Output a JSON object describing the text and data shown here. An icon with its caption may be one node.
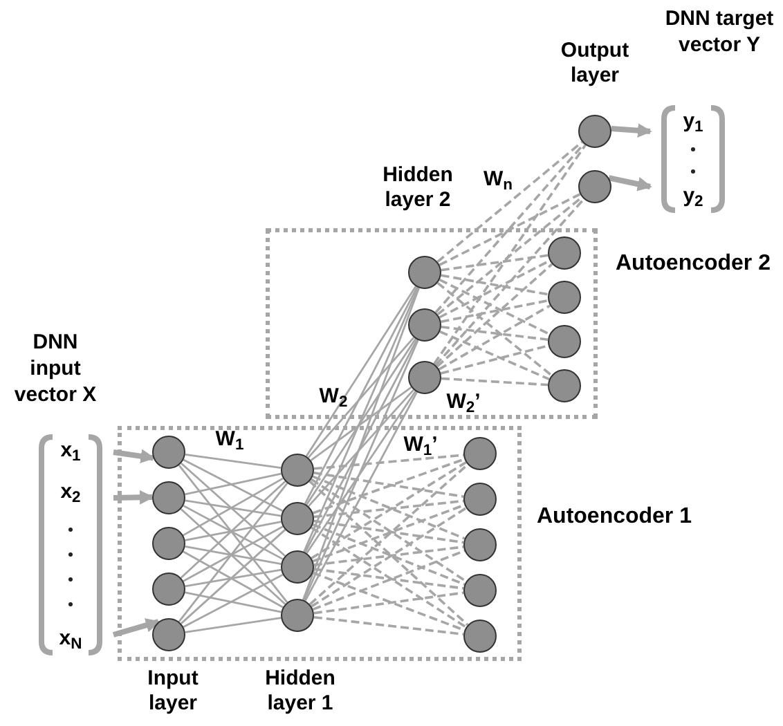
{
  "diagram": {
    "nodes": [
      {
        "text": [
          "DNN input vector X",
          "x$_{1}$",
          "x$_{2}$",
          "x$_{N}$"
        ]
      },
      {
        "text": [
          "Autoencoder 1"
        ]
      },
      {
        "text": [],
        "shape": "circle",
        "in": 1
      },
      {
        "text": [],
        "shape": "circle",
        "in": 1
      },
      {
        "text": [],
        "shape": "circle",
        "in": 1
      },
      {
        "text": [],
        "shape": "circle",
        "in": 1
      },
      {
        "text": [],
        "shape": "circle",
        "in": 1
      },
      {
        "text": [],
        "shape": "circle",
        "in": 1
      },
      {
        "text": [],
        "shape": "circle",
        "in": 1
      },
      {
        "text": [],
        "shape": "circle",
        "in": 1
      },
      {
        "text": [],
        "shape": "circle",
        "in": 1
      },
      {
        "text": [],
        "shape": "circle",
        "in": 1
      },
      {
        "text": [],
        "shape": "circle",
        "in": 1
      },
      {
        "text": [],
        "shape": "circle",
        "in": 1
      },
      {
        "text": [],
        "shape": "circle",
        "in": 1
      },
      {
        "text": [],
        "shape": "circle",
        "in": 1
      },
      {
        "text": [
          "Autoencoder 2"
        ]
      },
      {
        "text": [],
        "shape": "circle",
        "in": 16
      },
      {
        "text": [],
        "shape": "circle",
        "in": 16
      },
      {
        "text": [],
        "shape": "circle",
        "in": 16
      },
      {
        "text": [],
        "shape": "circle",
        "in": 16
      },
      {
        "text": [],
        "shape": "circle",
        "in": 16
      },
      {
        "text": [],
        "shape": "circle",
        "in": 16
      },
      {
        "text": [],
        "shape": "circle",
        "in": 16
      },
      {
        "text": [],
        "shape": "circle"
      },
      {
        "text": [],
        "shape": "circle"
      },
      {
        "text": [
          "DNN target vector Y",
          "y$_{1}$",
          "y$_{2}$"
        ]
      }
    ],
    "edges": [
      {
        "from": 0,
        "to": 2,
        "arrow": "to",
        "style": "thick"
      },
      {
        "from": 0,
        "to": 3,
        "arrow": "to",
        "style": "thick"
      },
      {
        "from": 0,
        "to": 6,
        "arrow": "to",
        "style": "thick"
      },
      {
        "from": 2,
        "to": 7,
        "arrow": "none"
      },
      {
        "from": 2,
        "to": 8,
        "arrow": "none"
      },
      {
        "from": 2,
        "to": 9,
        "arrow": "none"
      },
      {
        "from": 2,
        "to": 10,
        "arrow": "none"
      },
      {
        "from": 3,
        "to": 7,
        "arrow": "none"
      },
      {
        "from": 3,
        "to": 8,
        "arrow": "none"
      },
      {
        "from": 3,
        "to": 9,
        "arrow": "none"
      },
      {
        "from": 3,
        "to": 10,
        "arrow": "none"
      },
      {
        "from": 4,
        "to": 7,
        "arrow": "none"
      },
      {
        "from": 4,
        "to": 8,
        "arrow": "none"
      },
      {
        "from": 4,
        "to": 9,
        "arrow": "none"
      },
      {
        "from": 4,
        "to": 10,
        "arrow": "none"
      },
      {
        "from": 5,
        "to": 7,
        "arrow": "none"
      },
      {
        "from": 5,
        "to": 8,
        "arrow": "none"
      },
      {
        "from": 5,
        "to": 9,
        "arrow": "none"
      },
      {
        "from": 5,
        "to": 10,
        "arrow": "none"
      },
      {
        "from": 6,
        "to": 7,
        "arrow": "none"
      },
      {
        "from": 6,
        "to": 8,
        "arrow": "none"
      },
      {
        "from": 6,
        "to": 9,
        "arrow": "none"
      },
      {
        "from": 6,
        "to": 10,
        "arrow": "none"
      },
      {
        "from": 7,
        "to": 17,
        "arrow": "none"
      },
      {
        "from": 7,
        "to": 18,
        "arrow": "none"
      },
      {
        "from": 7,
        "to": 19,
        "arrow": "none"
      },
      {
        "from": 8,
        "to": 17,
        "arrow": "none"
      },
      {
        "from": 8,
        "to": 18,
        "arrow": "none"
      },
      {
        "from": 8,
        "to": 19,
        "arrow": "none"
      },
      {
        "from": 9,
        "to": 17,
        "arrow": "none"
      },
      {
        "from": 9,
        "to": 18,
        "arrow": "none"
      },
      {
        "from": 9,
        "to": 19,
        "arrow": "none"
      },
      {
        "from": 10,
        "to": 17,
        "arrow": "none"
      },
      {
        "from": 10,
        "to": 18,
        "arrow": "none"
      },
      {
        "from": 10,
        "to": 19,
        "arrow": "none"
      },
      {
        "from": 7,
        "to": 11,
        "arrow": "none",
        "style": "dashed"
      },
      {
        "from": 7,
        "to": 12,
        "arrow": "none",
        "style": "dashed"
      },
      {
        "from": 7,
        "to": 13,
        "arrow": "none",
        "style": "dashed"
      },
      {
        "from": 7,
        "to": 14,
        "arrow": "none",
        "style": "dashed"
      },
      {
        "from": 7,
        "to": 15,
        "arrow": "none",
        "style": "dashed"
      },
      {
        "from": 8,
        "to": 11,
        "arrow": "none",
        "style": "dashed"
      },
      {
        "from": 8,
        "to": 12,
        "arrow": "none",
        "style": "dashed"
      },
      {
        "from": 8,
        "to": 13,
        "arrow": "none",
        "style": "dashed"
      },
      {
        "from": 8,
        "to": 14,
        "arrow": "none",
        "style": "dashed"
      },
      {
        "from": 8,
        "to": 15,
        "arrow": "none",
        "style": "dashed"
      },
      {
        "from": 9,
        "to": 11,
        "arrow": "none",
        "style": "dashed"
      },
      {
        "from": 9,
        "to": 12,
        "arrow": "none",
        "style": "dashed"
      },
      {
        "from": 9,
        "to": 13,
        "arrow": "none",
        "style": "dashed"
      },
      {
        "from": 9,
        "to": 14,
        "arrow": "none",
        "style": "dashed"
      },
      {
        "from": 9,
        "to": 15,
        "arrow": "none",
        "style": "dashed"
      },
      {
        "from": 10,
        "to": 11,
        "arrow": "none",
        "style": "dashed"
      },
      {
        "from": 10,
        "to": 12,
        "arrow": "none",
        "style": "dashed"
      },
      {
        "from": 10,
        "to": 13,
        "arrow": "none",
        "style": "dashed"
      },
      {
        "from": 10,
        "to": 14,
        "arrow": "none",
        "style": "dashed"
      },
      {
        "from": 10,
        "to": 15,
        "arrow": "none",
        "style": "dashed"
      },
      {
        "from": 17,
        "to": 20,
        "arrow": "none",
        "style": "dashed"
      },
      {
        "from": 17,
        "to": 21,
        "arrow": "none",
        "style": "dashed"
      },
      {
        "from": 17,
        "to": 22,
        "arrow": "none",
        "style": "dashed"
      },
      {
        "from": 17,
        "to": 23,
        "arrow": "none",
        "style": "dashed"
      },
      {
        "from": 18,
        "to": 20,
        "arrow": "none",
        "style": "dashed"
      },
      {
        "from": 18,
        "to": 21,
        "arrow": "none",
        "style": "dashed"
      },
      {
        "from": 18,
        "to": 22,
        "arrow": "none",
        "style": "dashed"
      },
      {
        "from": 18,
        "to": 23,
        "arrow": "none",
        "style": "dashed"
      },
      {
        "from": 19,
        "to": 20,
        "arrow": "none",
        "style": "dashed"
      },
      {
        "from": 19,
        "to": 21,
        "arrow": "none",
        "style": "dashed"
      },
      {
        "from": 19,
        "to": 22,
        "arrow": "none",
        "style": "dashed"
      },
      {
        "from": 19,
        "to": 23,
        "arrow": "none",
        "style": "dashed"
      },
      {
        "from": 17,
        "to": 24,
        "arrow": "none",
        "style": "dashed"
      },
      {
        "from": 17,
        "to": 25,
        "arrow": "none",
        "style": "dashed"
      },
      {
        "from": 18,
        "to": 24,
        "arrow": "none",
        "style": "dashed"
      },
      {
        "from": 18,
        "to": 25,
        "arrow": "none",
        "style": "dashed"
      },
      {
        "from": 19,
        "to": 24,
        "arrow": "none",
        "style": "dashed"
      },
      {
        "from": 19,
        "to": 25,
        "arrow": "none",
        "style": "dashed"
      },
      {
        "from": 24,
        "to": 26,
        "arrow": "to",
        "style": "thick"
      },
      {
        "from": 25,
        "to": 26,
        "arrow": "to",
        "style": "thick"
      }
    ],
    "labels": [
      "Output layer",
      "Hidden layer 2",
      "W$_{n}$",
      "W$_{2}$",
      "W$_{2}$’",
      "W$_{1}$",
      "W$_{1}$’",
      "Input layer",
      "Hidden layer 1"
    ]
  }
}
